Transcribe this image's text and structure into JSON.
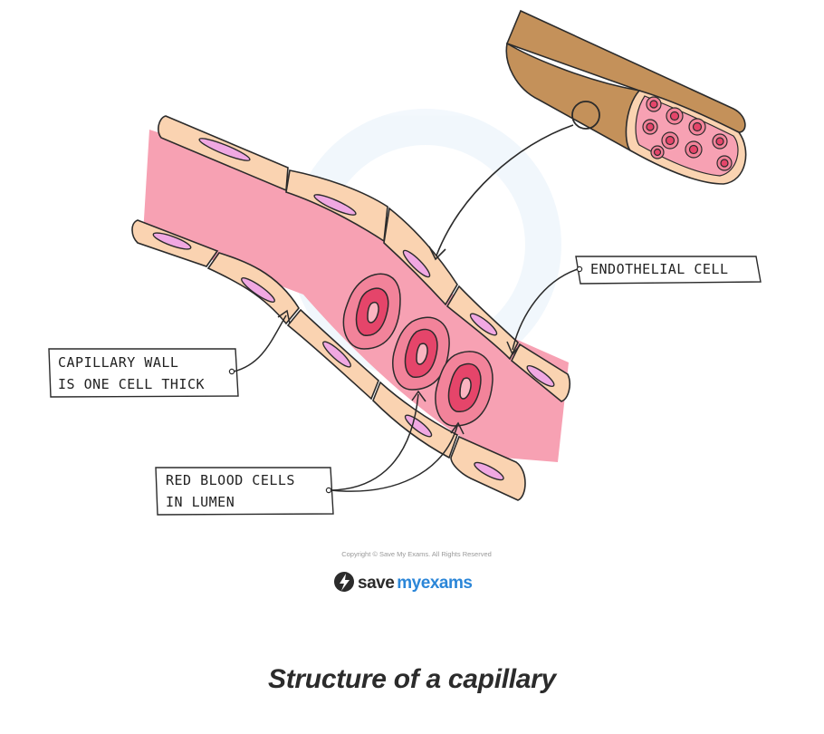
{
  "labels": {
    "endothelial": "ENDOTHELIAL CELL",
    "capillary_wall_line1": "CAPILLARY WALL",
    "capillary_wall_line2": "IS ONE CELL THICK",
    "rbc_line1": "RED BLOOD CELLS",
    "rbc_line2": "IN LUMEN"
  },
  "copyright": "Copyright © Save My Exams. All Rights Reserved",
  "brand": {
    "save": "save",
    "my": "my",
    "exams": "exams"
  },
  "caption": "Structure of a capillary",
  "colors": {
    "lumen": "#f7a1b3",
    "endothelium": "#fad3b1",
    "nucleus": "#f0a8e2",
    "rbc_outer": "#f2839a",
    "rbc_inner": "#e5456a",
    "vessel_outer": "#c4915a",
    "brand_dark": "#2b2b2b",
    "brand_accent": "#2b86d8"
  }
}
